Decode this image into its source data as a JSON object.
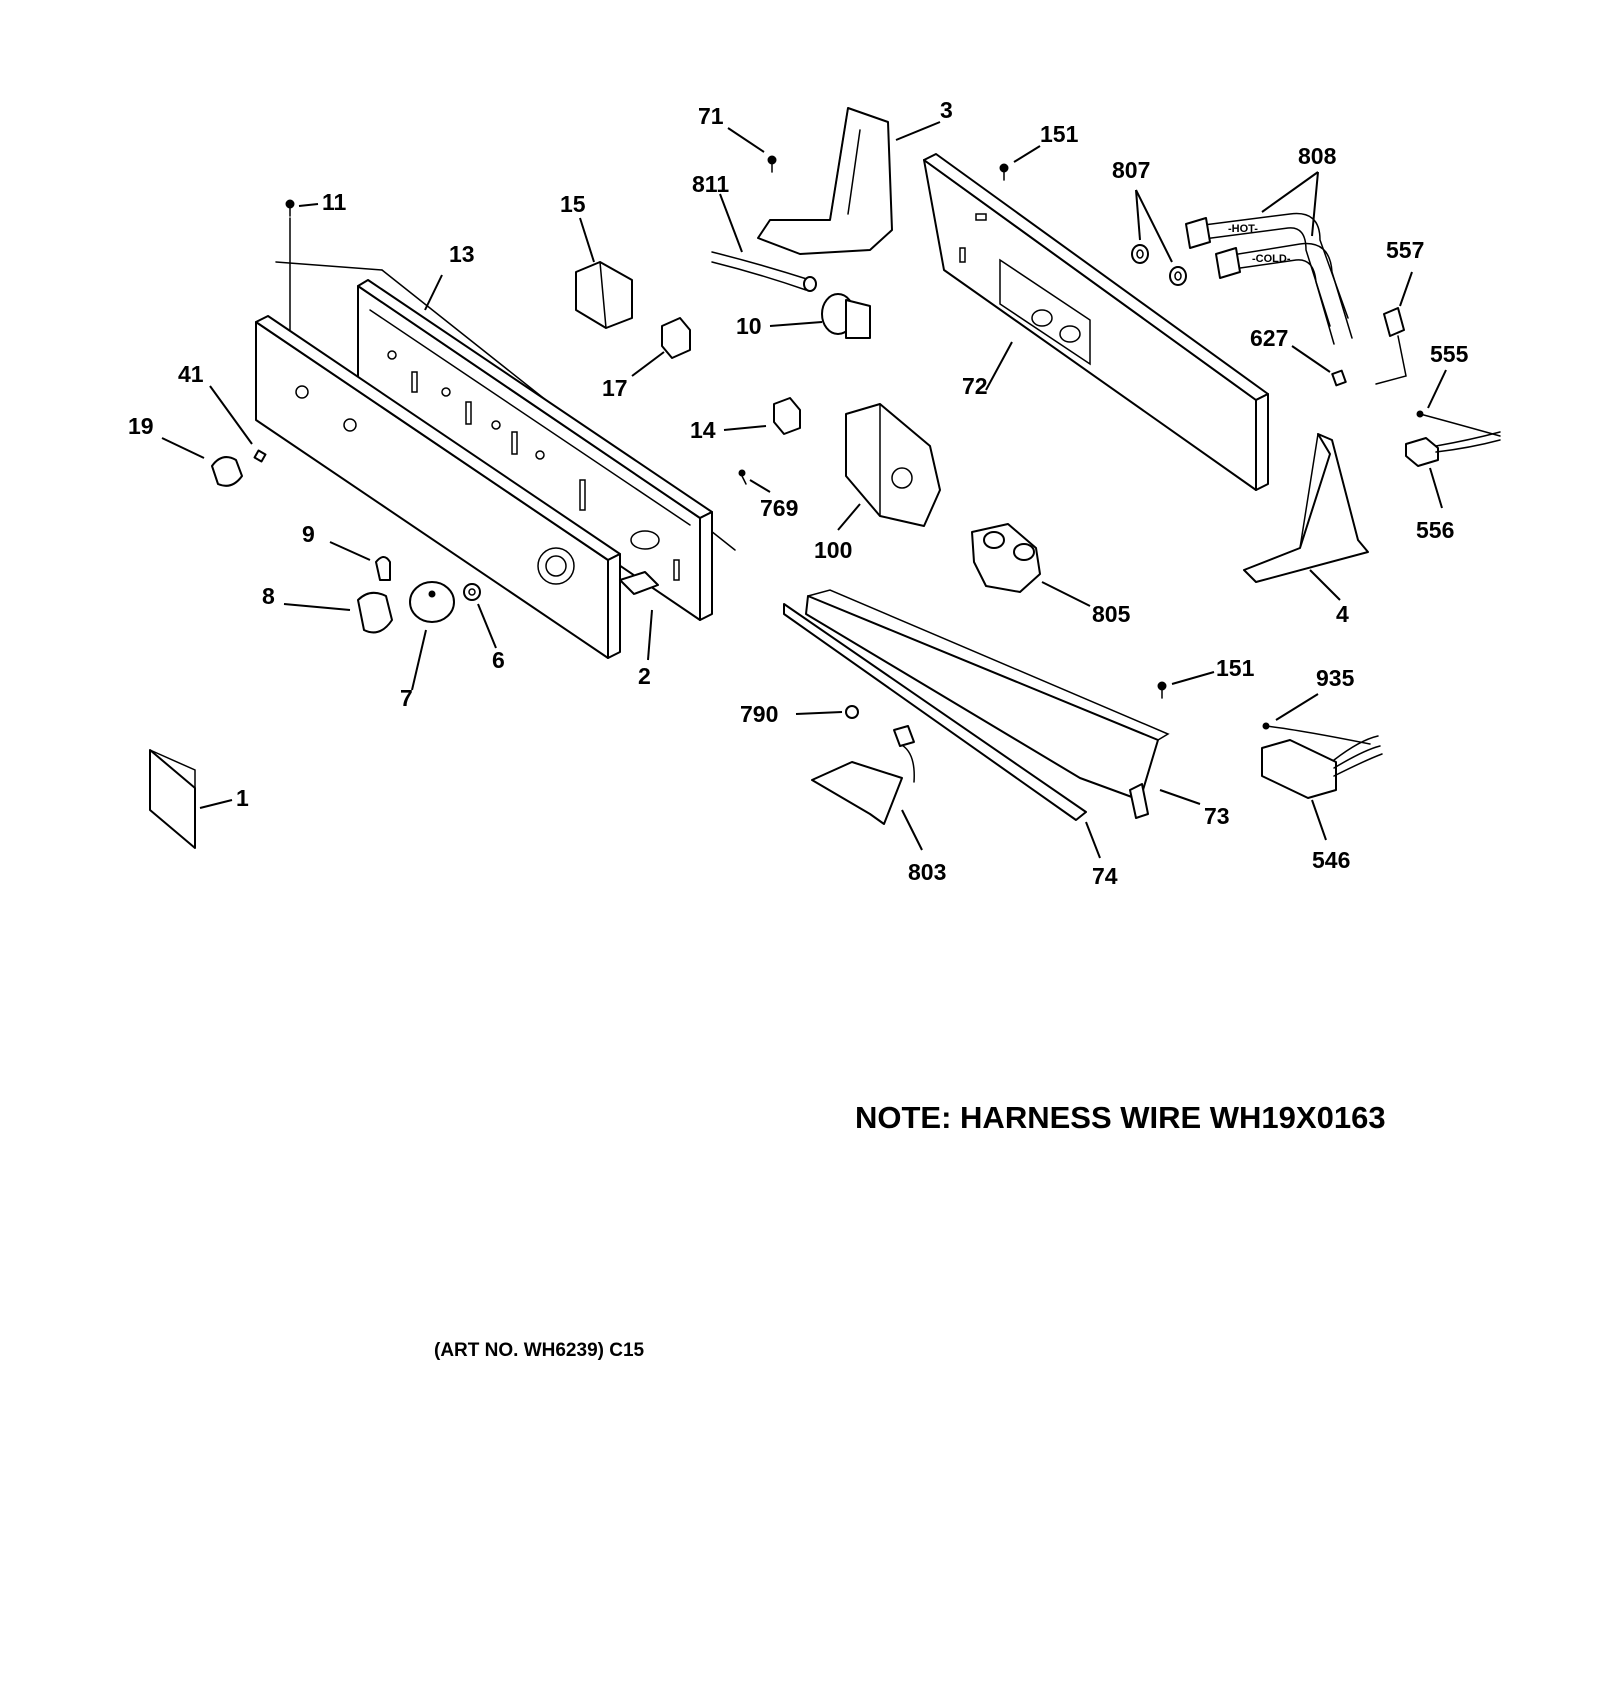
{
  "diagram": {
    "note": "NOTE: HARNESS WIRE WH19X0163",
    "art_number": "(ART NO. WH6239) C15",
    "callouts": {
      "c1": "1",
      "c2": "2",
      "c3": "3",
      "c4": "4",
      "c6": "6",
      "c7": "7",
      "c8": "8",
      "c9": "9",
      "c10": "10",
      "c11": "11",
      "c13": "13",
      "c14": "14",
      "c15": "15",
      "c17": "17",
      "c19": "19",
      "c41": "41",
      "c71": "71",
      "c72": "72",
      "c73": "73",
      "c74": "74",
      "c100": "100",
      "c151a": "151",
      "c151b": "151",
      "c546": "546",
      "c555": "555",
      "c556": "556",
      "c557": "557",
      "c627": "627",
      "c769": "769",
      "c790": "790",
      "c803": "803",
      "c805": "805",
      "c807": "807",
      "c808": "808",
      "c811": "811",
      "c935": "935"
    },
    "hose_labels": {
      "hot": "-HOT-",
      "cold": "-COLD-"
    }
  }
}
